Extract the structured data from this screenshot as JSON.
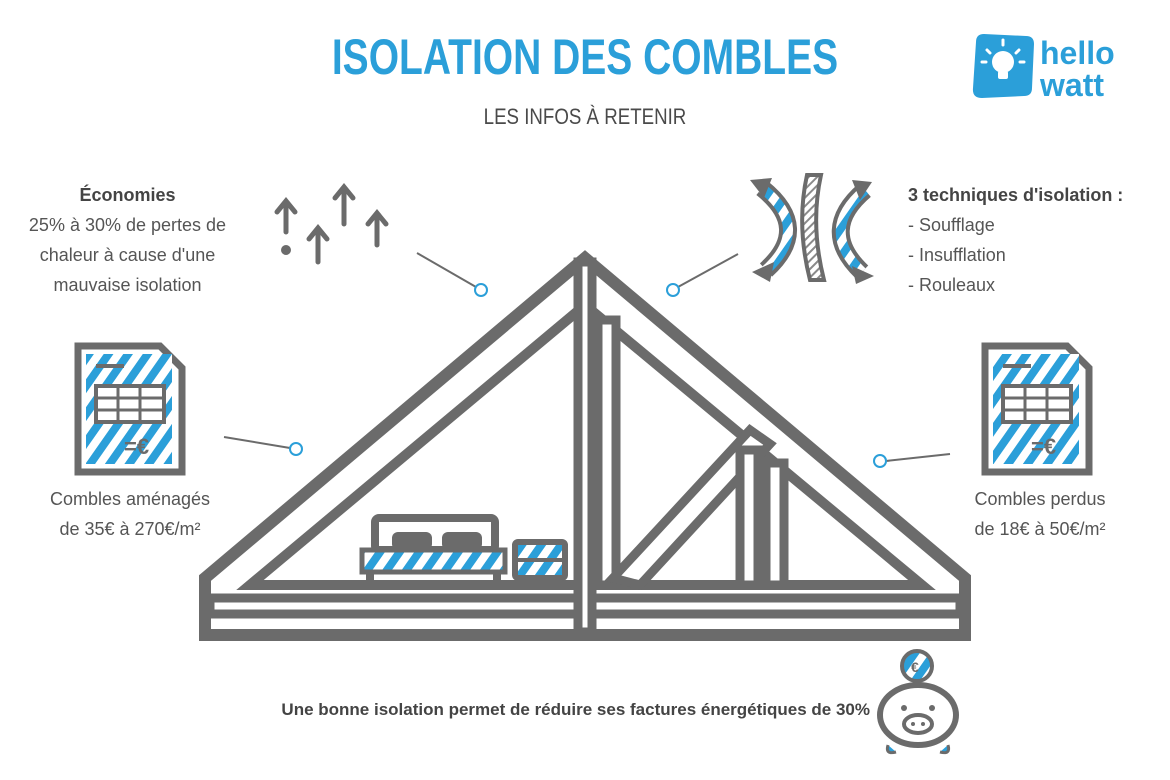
{
  "header": {
    "title": "ISOLATION DES COMBLES",
    "subtitle": "LES INFOS À RETENIR"
  },
  "logo": {
    "line1": "hello",
    "line2": "watt",
    "icon": "lightbulb-icon"
  },
  "economies": {
    "title": "Économies",
    "lines": [
      "25% à 30% de pertes de",
      "chaleur à cause d'une",
      "mauvaise isolation"
    ],
    "icon": "heat-loss-arrows-icon"
  },
  "techniques": {
    "title": "3 techniques d'isolation :",
    "items": [
      "- Soufflage",
      "- Insufflation",
      "- Rouleaux"
    ],
    "icon": "insulation-wall-arrows-icon"
  },
  "amenages": {
    "line1": "Combles aménagés",
    "line2": "de 35€ à 270€/m²",
    "icon": "invoice-icon",
    "euro_mark": "=€"
  },
  "perdus": {
    "line1": "Combles perdus",
    "line2": "de 18€ à 50€/m²",
    "icon": "invoice-icon",
    "euro_mark": "=€"
  },
  "footer": {
    "text": "Une bonne isolation permet de réduire ses factures énergétiques de 30%",
    "icon": "piggy-bank-icon",
    "coin_mark": "€"
  },
  "colors": {
    "accent": "#2b9fd9",
    "frame": "#6b6b6b",
    "text": "#555555"
  }
}
